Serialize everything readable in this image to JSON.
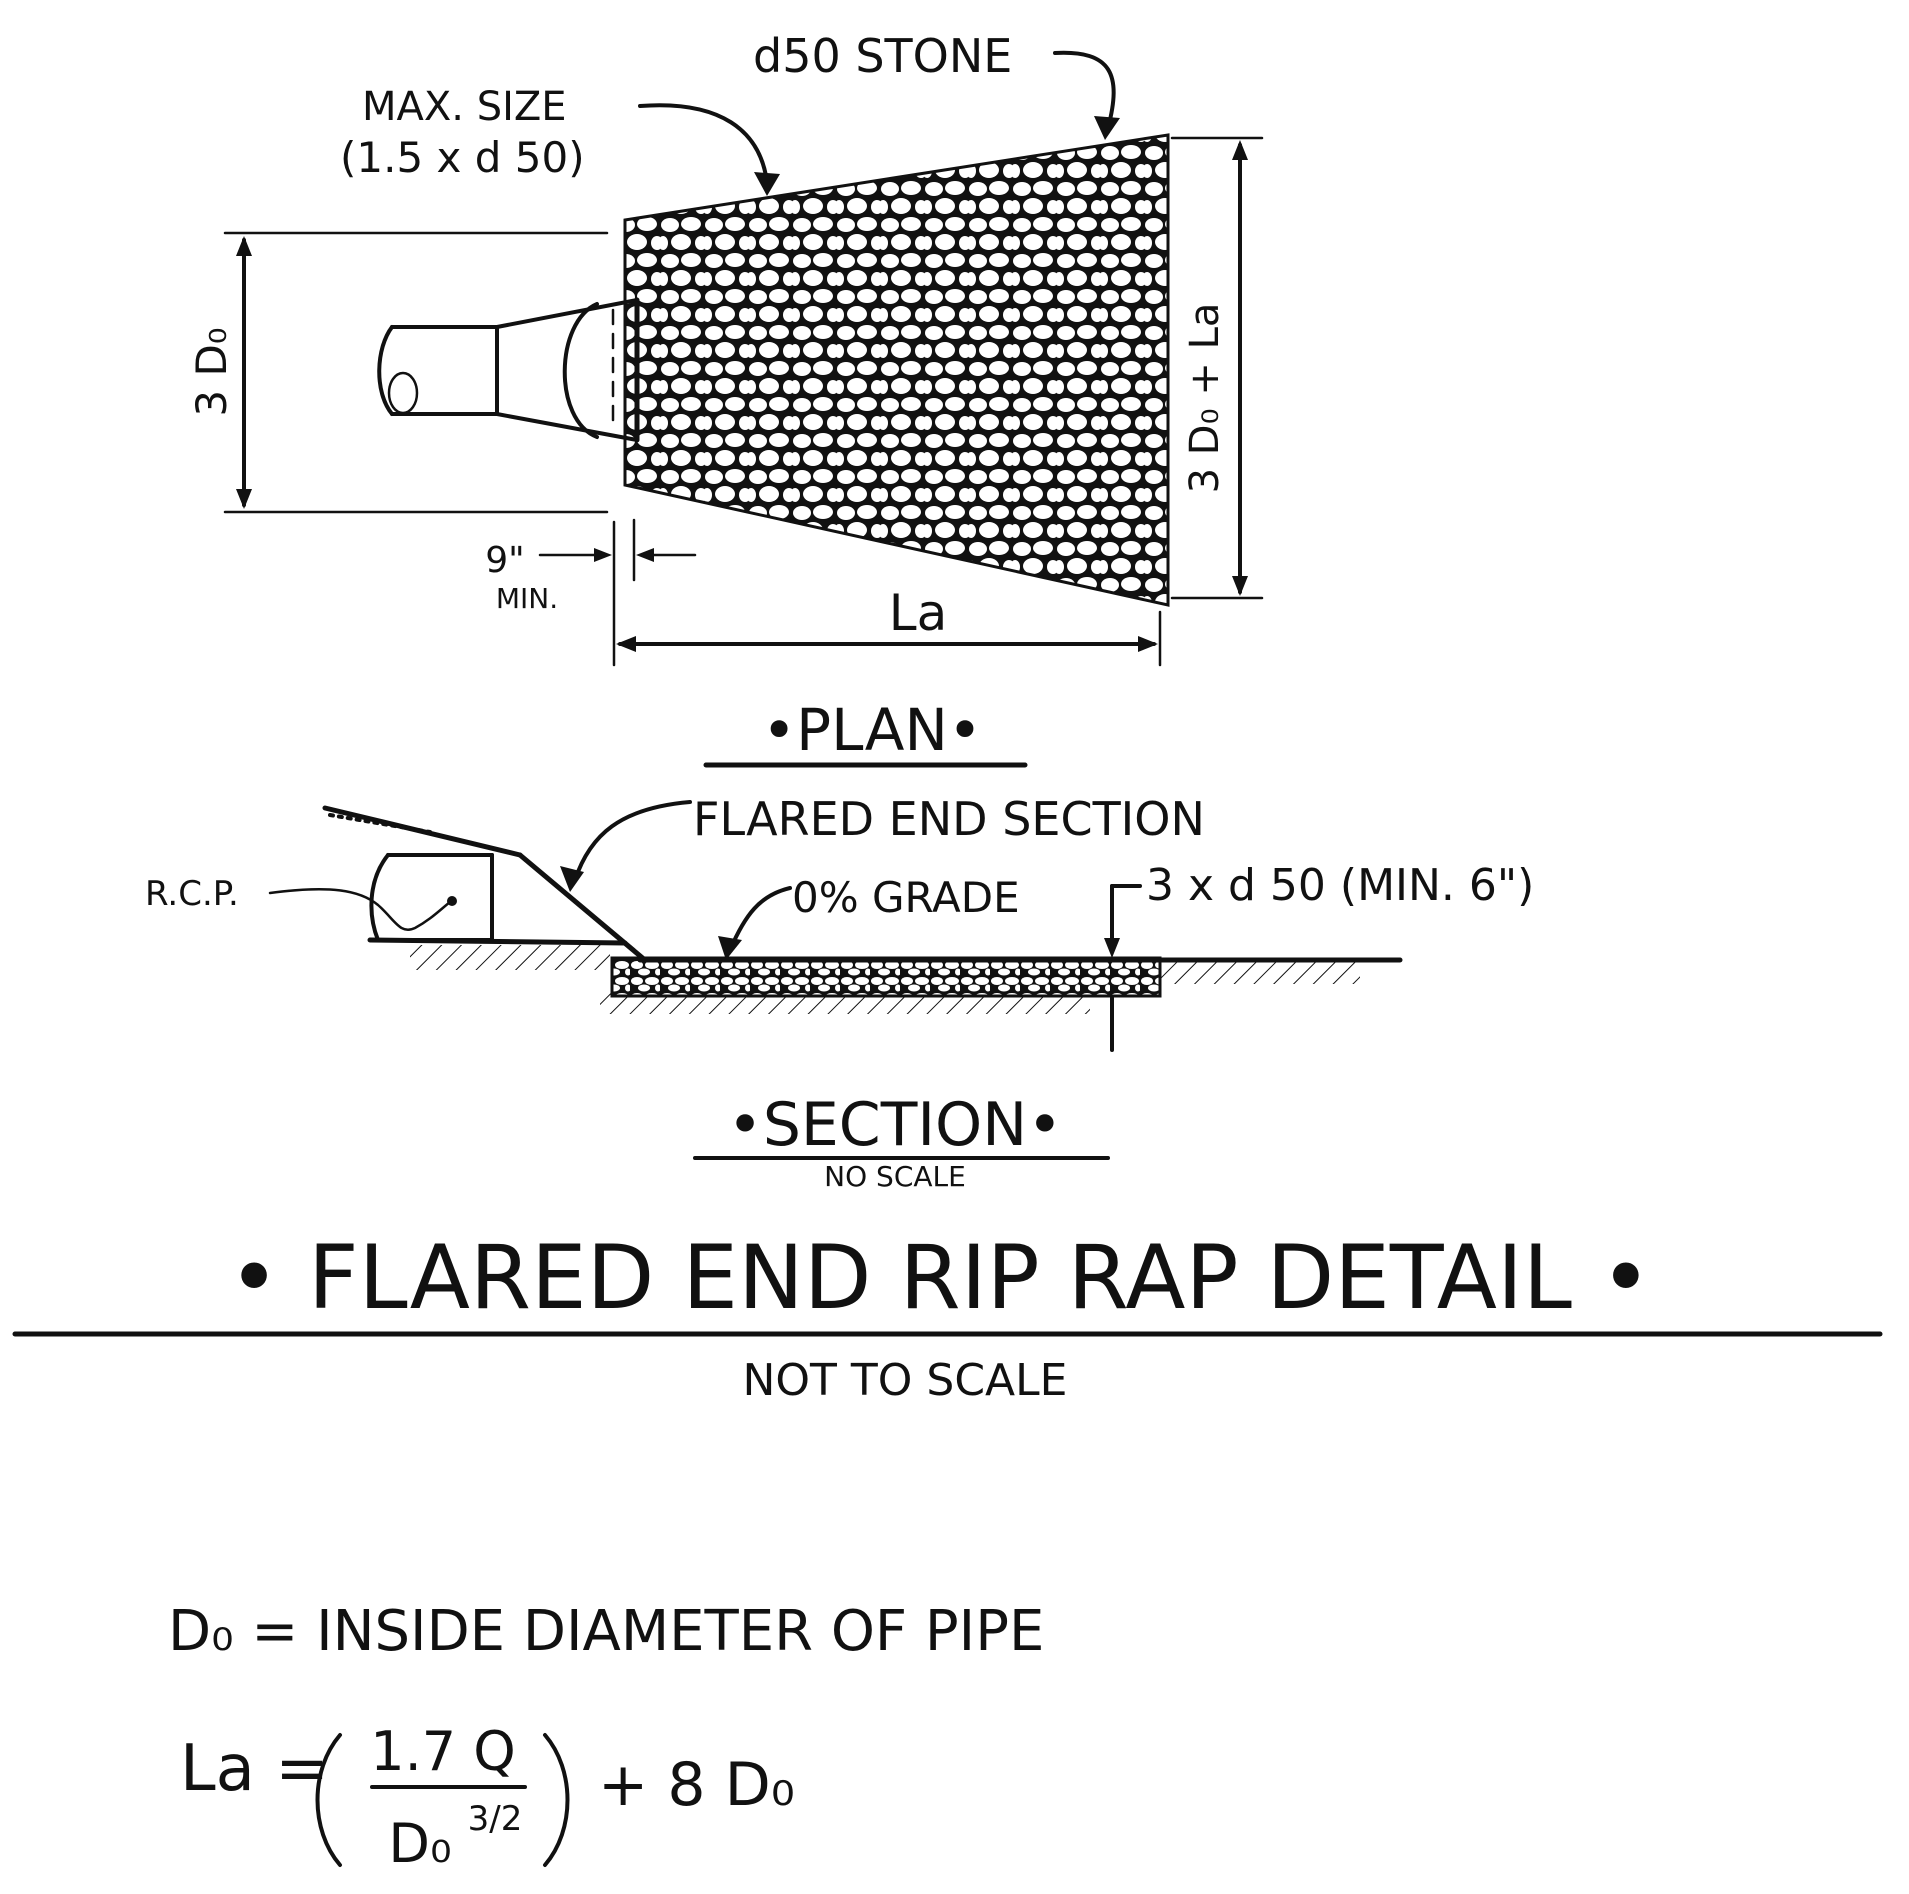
{
  "plan": {
    "label_d50": "d50 STONE",
    "label_maxsize_line1": "MAX. SIZE",
    "label_maxsize_line2": "(1.5 x d 50)",
    "dim_3do": "3 D₀",
    "dim_3do_la": "3 D₀ + La",
    "dim_9in": "9\"",
    "dim_min": "MIN.",
    "dim_la": "La",
    "title": "•PLAN•"
  },
  "section": {
    "label_flared": "FLARED END SECTION",
    "label_rcp": "R.C.P.",
    "label_grade": "0% GRADE",
    "label_thickness": "3 x d 50 (MIN. 6\")",
    "title": "•SECTION•",
    "subtitle": "NO SCALE"
  },
  "detail": {
    "title": "• FLARED END RIP RAP DETAIL •",
    "subtitle": "NOT TO SCALE"
  },
  "notes": {
    "def_do": "D₀ = INSIDE DIAMETER OF PIPE",
    "la_prefix": "La =",
    "la_numerator": "1.7 Q",
    "la_denominator": "D₀",
    "la_exponent": "3/2",
    "la_suffix": "+ 8 D₀"
  }
}
